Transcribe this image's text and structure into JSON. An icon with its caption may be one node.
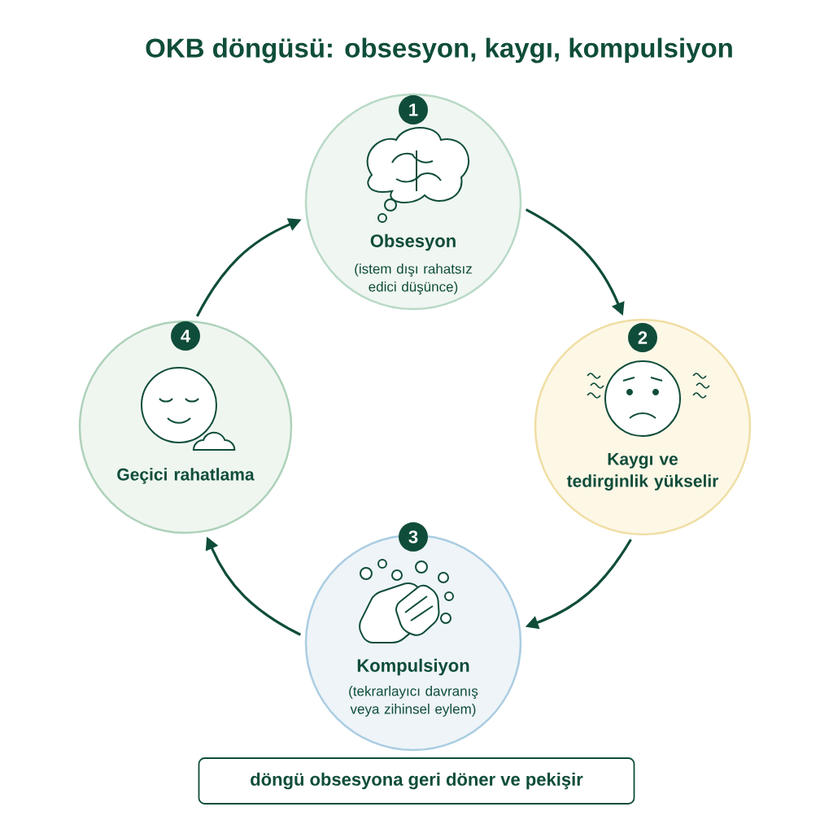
{
  "diagram": {
    "title": "OKB döngüsü: obsesyon, kaygı, kompulsiyon",
    "nodes": [
      {
        "text": [
          "1",
          "Obsesyon",
          "(istem dışı rahatsız edici düşünce)"
        ]
      },
      {
        "text": [
          "2",
          "Kaygı ve tedirginlik yükselir"
        ]
      },
      {
        "text": [
          "3",
          "Kompulsiyon",
          "(tekrarlayıcı davranış veya zihinsel eylem)"
        ]
      },
      {
        "text": [
          "4",
          "Geçici rahatlama"
        ]
      },
      {
        "text": [
          "döngü obsesyona geri döner ve pekişir"
        ]
      }
    ],
    "edges": [
      {
        "from": 0,
        "to": 1,
        "arrow": "to"
      },
      {
        "from": 1,
        "to": 2,
        "arrow": "to"
      },
      {
        "from": 2,
        "to": 3,
        "arrow": "to"
      },
      {
        "from": 3,
        "to": 0,
        "arrow": "to"
      }
    ]
  }
}
